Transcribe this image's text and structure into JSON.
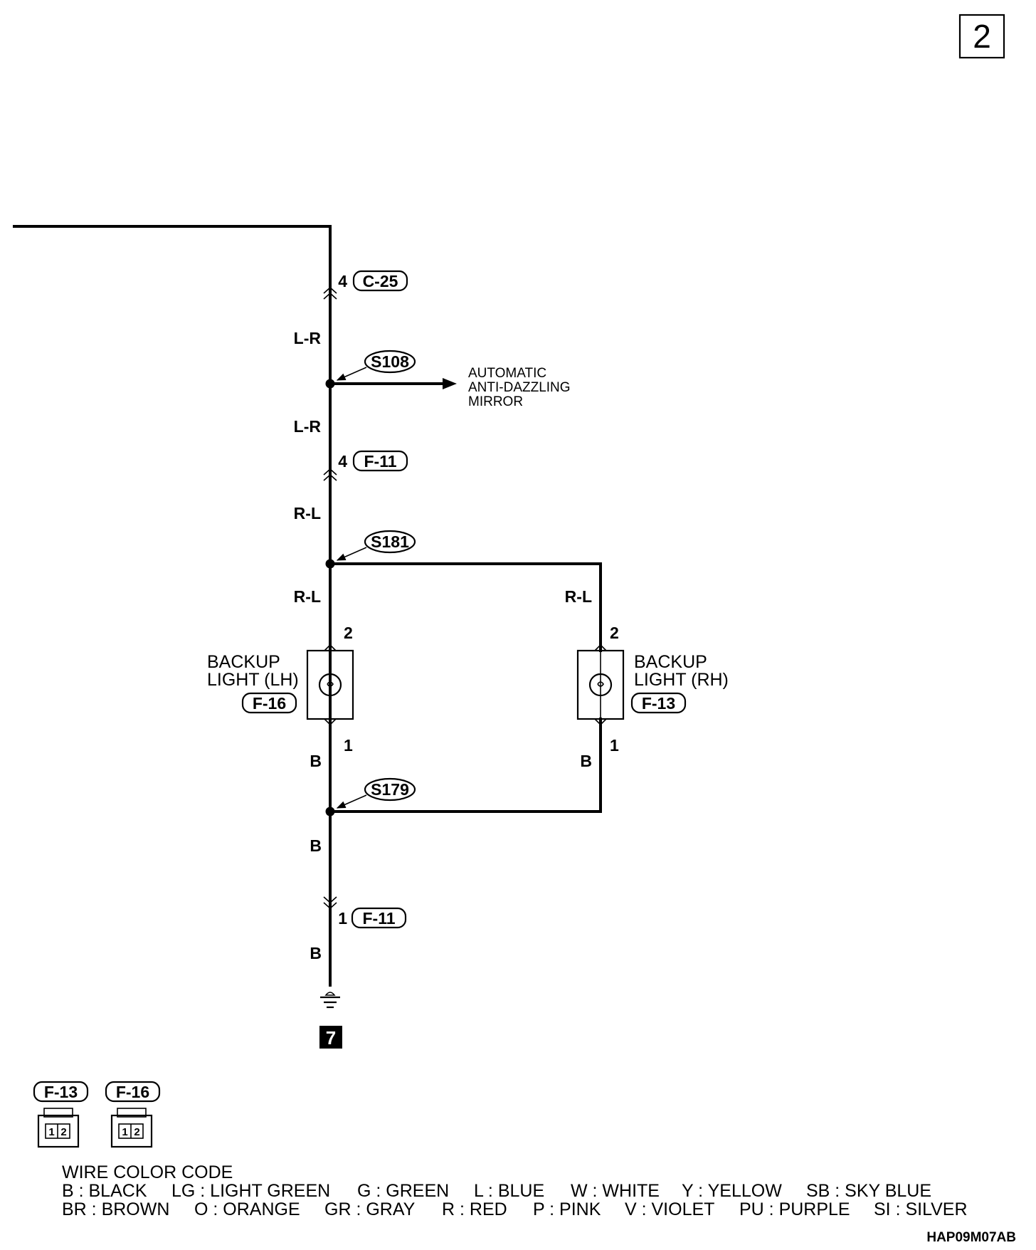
{
  "page_number": "2",
  "figure_code": "HAP09M07AB",
  "ground_number": "7",
  "main_line": {
    "connector_top": {
      "pin": "4",
      "id": "C-25"
    },
    "wire_top": "L-R",
    "splice_1": "S108",
    "branch_target": [
      "AUTOMATIC",
      "ANTI-DAZZLING",
      "MIRROR"
    ],
    "wire_mid": "L-R",
    "connector_mid": {
      "pin": "4",
      "id": "F-11"
    },
    "wire_r1": "R-L",
    "splice_2": "S181",
    "wire_r2": "R-L",
    "wire_r3": "R-L",
    "splice_3": "S179",
    "wire_b4": "B",
    "connector_bottom": {
      "pin": "1",
      "id": "F-11"
    },
    "wire_b5": "B"
  },
  "backup_light_lh": {
    "label_line1": "BACKUP",
    "label_line2": "LIGHT (LH)",
    "connector": "F-16",
    "pin_top": "2",
    "pin_bottom": "1",
    "wire_bottom": "B"
  },
  "backup_light_rh": {
    "label_line1": "BACKUP",
    "label_line2": "LIGHT (RH)",
    "connector": "F-13",
    "pin_top": "2",
    "pin_bottom": "1",
    "wire_bottom": "B"
  },
  "connector_views": [
    {
      "id": "F-13",
      "pins": [
        "1",
        "2"
      ]
    },
    {
      "id": "F-16",
      "pins": [
        "1",
        "2"
      ]
    }
  ],
  "wire_color_code": {
    "title": "WIRE COLOR CODE",
    "row1": [
      "B : BLACK",
      "LG : LIGHT GREEN",
      "G : GREEN",
      "L : BLUE",
      "W : WHITE",
      "Y : YELLOW",
      "SB : SKY BLUE"
    ],
    "row2": [
      "BR : BROWN",
      "O : ORANGE",
      "GR : GRAY",
      "R : RED",
      "P : PINK",
      "V : VIOLET",
      "PU : PURPLE",
      "SI : SILVER"
    ]
  }
}
